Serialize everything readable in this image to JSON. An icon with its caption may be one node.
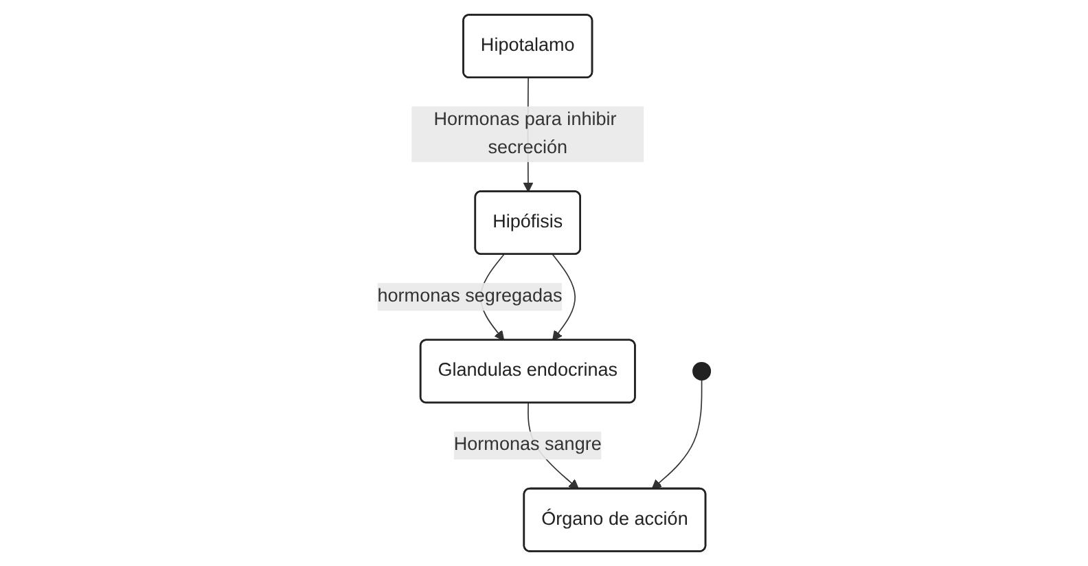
{
  "diagram": {
    "nodes": [
      {
        "text": [
          "Hipotalamo"
        ]
      },
      {
        "text": [
          "Hipófisis"
        ]
      },
      {
        "text": [
          "Glandulas endocrinas"
        ]
      },
      {
        "text": [
          "Órgano de acción"
        ]
      }
    ],
    "edges": [
      {
        "from": 0,
        "to": 1,
        "arrow": "to",
        "label": "Hormonas para inhibir secreción"
      },
      {
        "from": 1,
        "to": 2,
        "arrow": "to",
        "label": "hormonas segregadas"
      },
      {
        "from": 1,
        "to": 2,
        "arrow": "to"
      },
      {
        "from": 2,
        "to": 3,
        "arrow": "to",
        "label": "Hormonas sangre"
      },
      {
        "from": null,
        "to": 3,
        "arrow": "to"
      }
    ]
  }
}
